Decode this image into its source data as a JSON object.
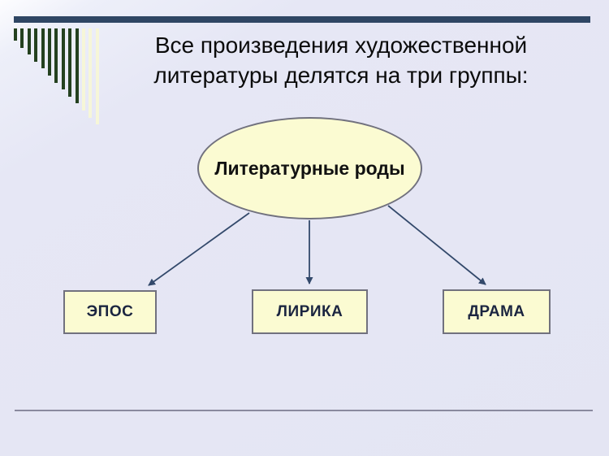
{
  "slide": {
    "title": "Все произведения художественной литературы делятся на три группы:",
    "diagram": {
      "root_label": "Литературные роды",
      "children": [
        {
          "label": "ЭПОС"
        },
        {
          "label": "ЛИРИКА"
        },
        {
          "label": "ДРАМА"
        }
      ]
    },
    "decor_bars": {
      "heights": [
        15,
        24,
        32,
        41,
        49,
        58,
        67,
        75,
        84,
        92,
        101,
        110,
        118
      ],
      "dark_count": 10
    },
    "colors": {
      "top_bar": "#2F4664",
      "shape_fill": "#FBFBD2",
      "shape_border": "#71717E",
      "arrow": "#33496B",
      "title_text": "#0B0B0B",
      "root_text": "#111111",
      "box_text": "#1B2540",
      "bottom_line": "#8A8A9E",
      "deco_dark": "#24411F",
      "deco_light": "#F6F6D8",
      "background": "#E5E6F4"
    }
  }
}
